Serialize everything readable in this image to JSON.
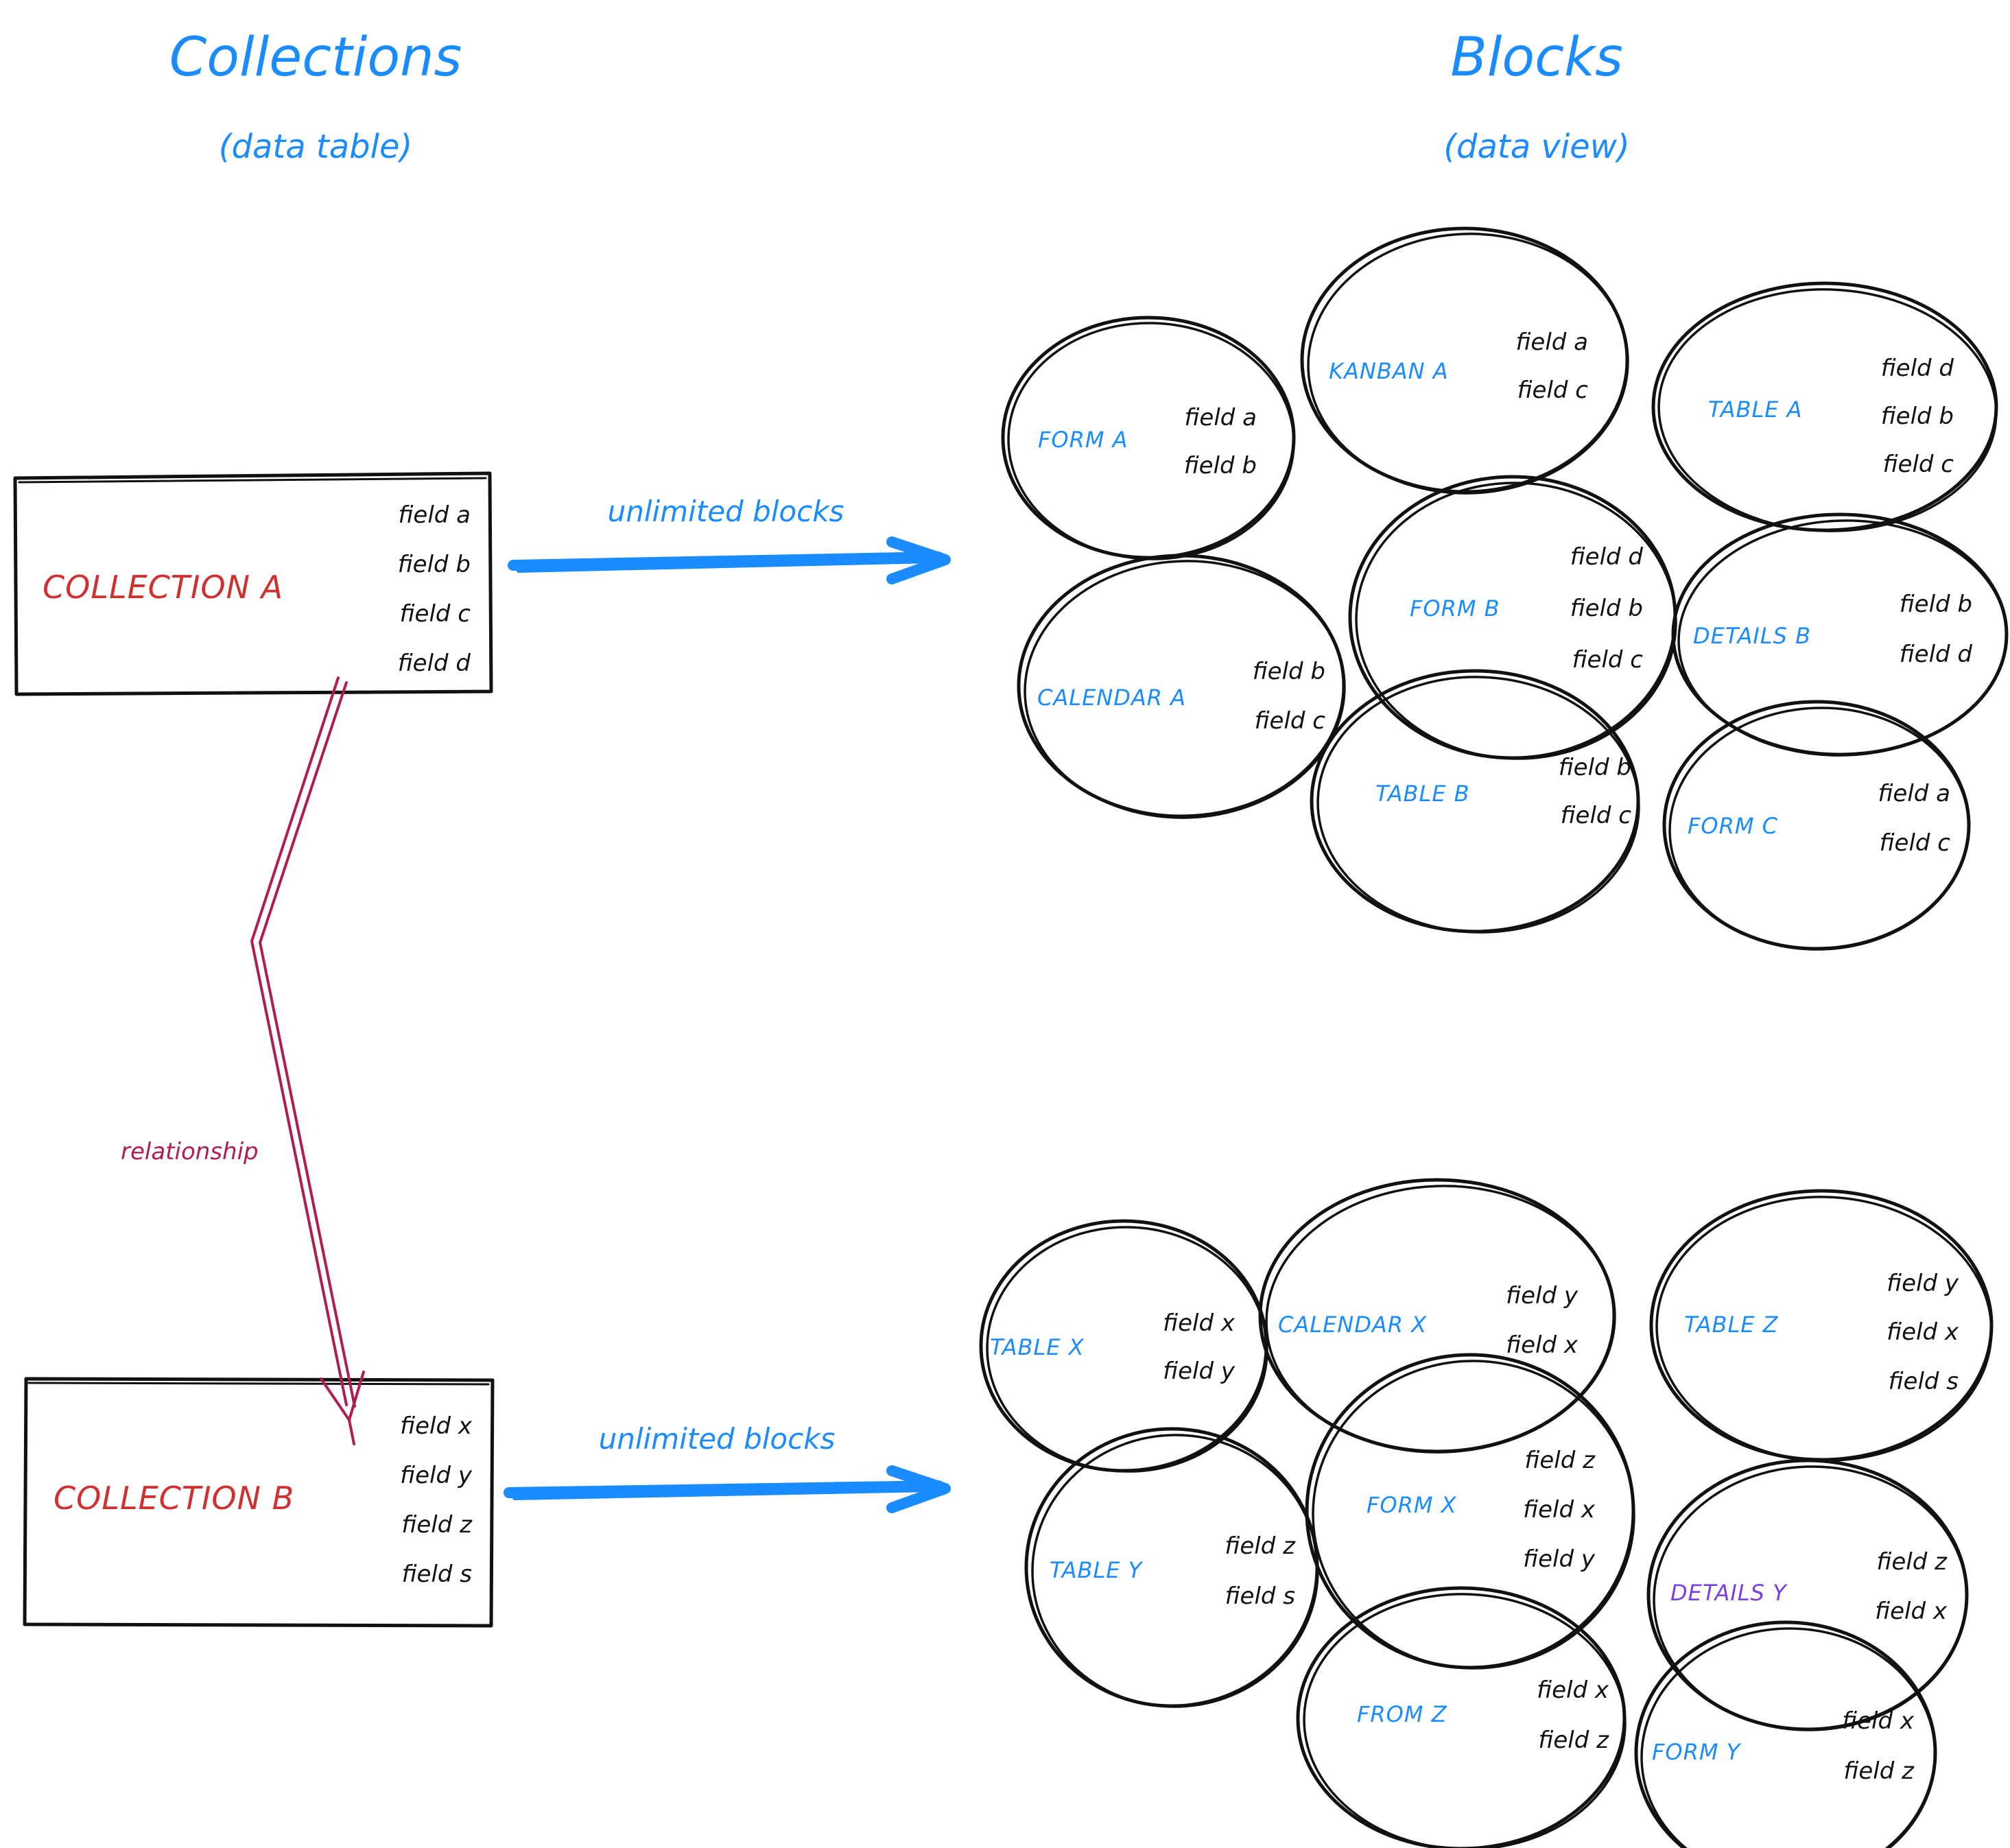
{
  "headings": {
    "left_title": "Collections",
    "left_subtitle": "(data table)",
    "right_title": "Blocks",
    "right_subtitle": "(data view)"
  },
  "colors": {
    "accent_blue": "#1a8cff",
    "collection_red": "#cf3030",
    "relationship_crimson": "#b01e4f",
    "details_purple": "#7b3fe4",
    "ink_black": "#111111"
  },
  "collections": [
    {
      "id": "collection-a",
      "name": "COLLECTION A",
      "fields": [
        "field a",
        "field b",
        "field c",
        "field d"
      ],
      "arrow_label": "unlimited blocks"
    },
    {
      "id": "collection-b",
      "name": "COLLECTION B",
      "fields": [
        "field x",
        "field y",
        "field z",
        "field s"
      ],
      "arrow_label": "unlimited blocks"
    }
  ],
  "relationship": {
    "label": "relationship"
  },
  "block_groups": [
    {
      "for_collection": "COLLECTION A",
      "blocks": [
        {
          "name": "FORM A",
          "color": "blue",
          "fields": [
            "field a",
            "field b"
          ]
        },
        {
          "name": "KANBAN A",
          "color": "blue",
          "fields": [
            "field a",
            "field c"
          ]
        },
        {
          "name": "TABLE A",
          "color": "blue",
          "fields": [
            "field d",
            "field b",
            "field c"
          ]
        },
        {
          "name": "CALENDAR A",
          "color": "blue",
          "fields": [
            "field b",
            "field c"
          ]
        },
        {
          "name": "FORM B",
          "color": "blue",
          "fields": [
            "field d",
            "field b",
            "field c"
          ]
        },
        {
          "name": "DETAILS B",
          "color": "blue",
          "fields": [
            "field b",
            "field d"
          ]
        },
        {
          "name": "TABLE B",
          "color": "blue",
          "fields": [
            "field b",
            "field c"
          ]
        },
        {
          "name": "FORM C",
          "color": "blue",
          "fields": [
            "field a",
            "field c"
          ]
        }
      ]
    },
    {
      "for_collection": "COLLECTION B",
      "blocks": [
        {
          "name": "TABLE X",
          "color": "blue",
          "fields": [
            "field x",
            "field y"
          ]
        },
        {
          "name": "CALENDAR X",
          "color": "blue",
          "fields": [
            "field y",
            "field x"
          ]
        },
        {
          "name": "TABLE Z",
          "color": "blue",
          "fields": [
            "field y",
            "field x",
            "field s"
          ]
        },
        {
          "name": "TABLE Y",
          "color": "blue",
          "fields": [
            "field z",
            "field s"
          ]
        },
        {
          "name": "FORM X",
          "color": "blue",
          "fields": [
            "field z",
            "field x",
            "field y"
          ]
        },
        {
          "name": "DETAILS Y",
          "color": "purple",
          "fields": [
            "field z",
            "field x"
          ]
        },
        {
          "name": "FROM Z",
          "color": "blue",
          "fields": [
            "field x",
            "field z"
          ]
        },
        {
          "name": "FORM Y",
          "color": "blue",
          "fields": [
            "field x",
            "field z"
          ]
        }
      ]
    }
  ]
}
